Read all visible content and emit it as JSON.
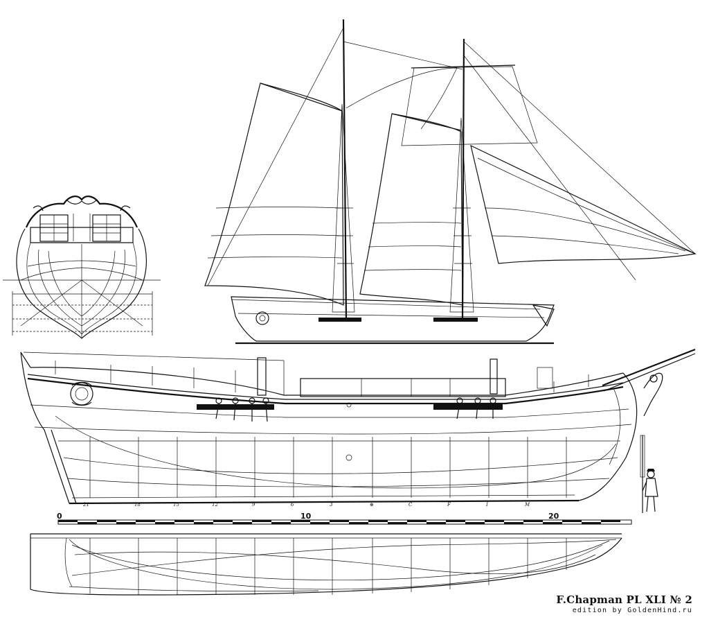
{
  "plate": {
    "caption_title": "F.Chapman PL XLI № 2",
    "caption_edition": "edition by GoldenHind.ru"
  },
  "scale_bar": {
    "labels": [
      "0",
      "10",
      "20"
    ]
  },
  "station_marks": [
    "21",
    "18",
    "15",
    "12",
    "9",
    "6",
    "3",
    "⊕",
    "C",
    "F",
    "I",
    "M"
  ]
}
